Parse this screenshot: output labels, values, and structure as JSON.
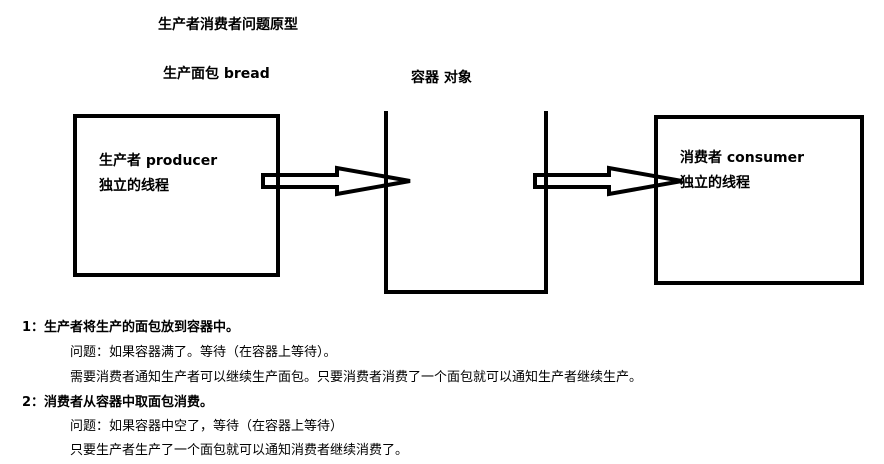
{
  "title": "生产者消费者问题原型",
  "subtitle": "生产面包  bread",
  "container_label": "容器 对象",
  "producer": {
    "name": "生产者 producer",
    "desc": "独立的线程"
  },
  "consumer": {
    "name": "消费者 consumer",
    "desc": "独立的线程"
  },
  "notes": {
    "p1": "1：生产者将生产的面包放到容器中。",
    "p1_q": "问题：如果容器满了。等待（在容器上等待）。",
    "p1_a": "需要消费者通知生产者可以继续生产面包。只要消费者消费了一个面包就可以通知生产者继续生产。",
    "p2": "2：消费者从容器中取面包消费。",
    "p2_q": "问题：如果容器中空了，等待（在容器上等待）",
    "p2_a": "只要生产者生产了一个面包就可以通知消费者继续消费了。"
  }
}
